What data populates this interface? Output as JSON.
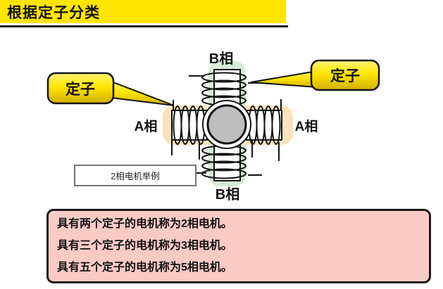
{
  "header": {
    "title": "根据定子分类"
  },
  "diagram": {
    "callouts": {
      "left": "定子",
      "right": "定子"
    },
    "labels": {
      "phase_b_top": "B相",
      "phase_b_bottom": "B相",
      "phase_a_left": "A相",
      "phase_a_right": "A相"
    },
    "example_box": "2相电机举例",
    "colors": {
      "header_bar_yellow": "#FFE600",
      "callout_yellow": "#FFE600",
      "phase_b_band_green": "#D8EBD8",
      "phase_a_band_orange": "#FBE4BC",
      "rotor_gray": "#BEBEBE",
      "notes_background_pink": "#FACBC4",
      "outline_black": "#141414"
    }
  },
  "notes": {
    "lines": [
      "具有两个定子的电机称为2相电机。",
      "具有三个定子的电机称为3相电机。",
      "具有五个定子的电机称为5相电机。"
    ]
  }
}
